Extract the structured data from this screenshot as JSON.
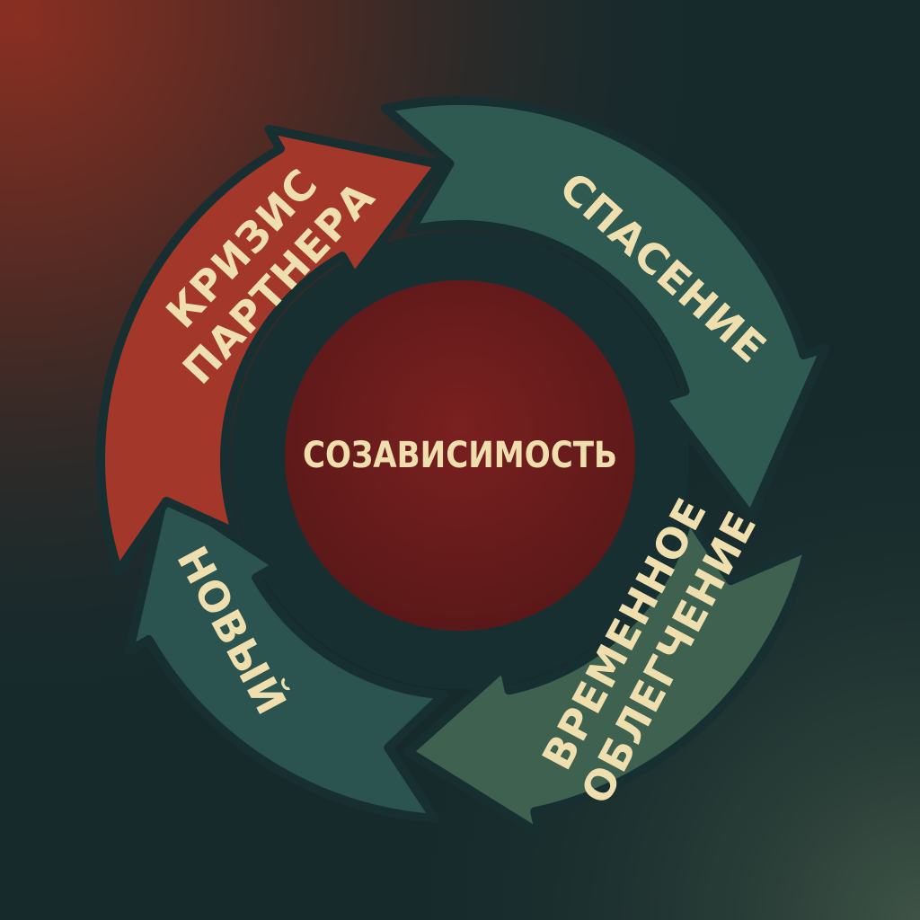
{
  "diagram": {
    "center": {
      "label": "СОЗАВИСИМОСТЬ",
      "color": "#6e1c1c"
    },
    "segments": [
      {
        "id": "crisis",
        "lines": [
          "КРИЗИС",
          "ПАРТНЕРА"
        ],
        "color": "#a3382a"
      },
      {
        "id": "rescue",
        "lines": [
          "СПАСЕНИЕ"
        ],
        "color": "#2f5a52"
      },
      {
        "id": "relief",
        "lines": [
          "ВРЕМЕННОЕ",
          "ОБЛЕГЧЕНИЕ"
        ],
        "color": "#3e6150"
      },
      {
        "id": "new",
        "lines": [
          "НОВЫЙ"
        ],
        "color": "#2b534f"
      }
    ],
    "colors": {
      "text": "#f0dfae",
      "background_dark": "#132a2c",
      "background_red": "#7a2a1e",
      "ring_gap": "#182f31"
    }
  }
}
